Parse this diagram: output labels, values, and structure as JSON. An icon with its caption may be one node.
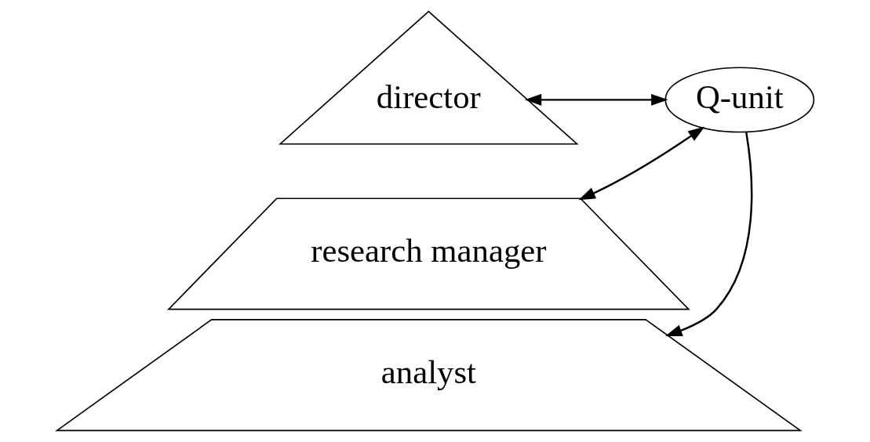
{
  "diagram": {
    "nodes": [
      {
        "text": [
          "director"
        ]
      },
      {
        "text": [
          "research manager"
        ]
      },
      {
        "text": [
          "analyst"
        ]
      },
      {
        "text": [
          "Q-unit"
        ]
      }
    ],
    "edges": [
      {
        "from": 0,
        "to": 3,
        "arrow": "both"
      },
      {
        "from": 1,
        "to": 3,
        "arrow": "both"
      },
      {
        "from": 3,
        "to": 2,
        "arrow": "to"
      }
    ]
  }
}
